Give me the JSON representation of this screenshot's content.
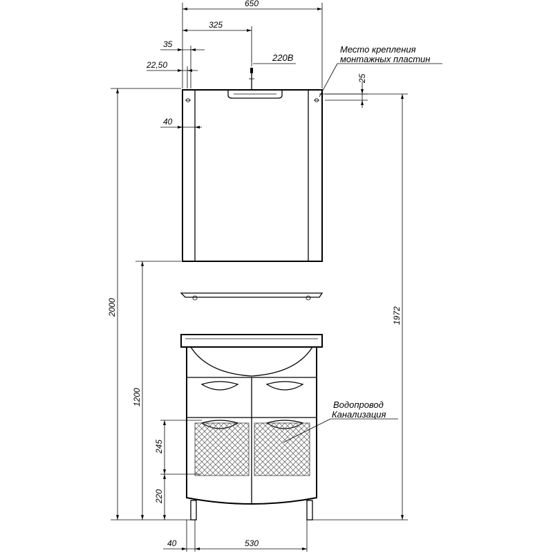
{
  "dimensions": {
    "total_width": "650",
    "half_width": "325",
    "offset_35": "35",
    "offset_22_50": "22,50",
    "offset_40_top": "40",
    "offset_25": "25",
    "height_total": "2000",
    "height_1972": "1972",
    "height_1200": "1200",
    "height_245": "245",
    "height_220": "220",
    "bottom_40": "40",
    "bottom_530": "530"
  },
  "labels": {
    "power": "220В",
    "mount_line1": "Место крепления",
    "mount_line2": "монтажных пластин",
    "pipes_line1": "Водопровод",
    "pipes_line2": "Канализация"
  }
}
